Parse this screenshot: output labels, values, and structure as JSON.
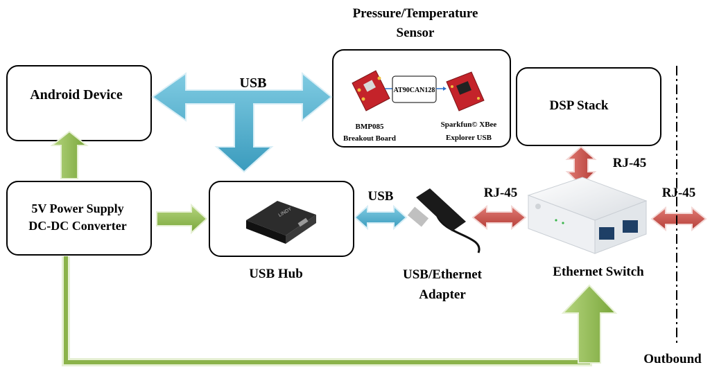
{
  "boxes": {
    "android": "Android Device",
    "dsp": "DSP Stack",
    "power_line1": "5V Power Supply",
    "power_line2": "DC-DC Converter"
  },
  "sensor": {
    "title_line1": "Pressure/Temperature",
    "title_line2": "Sensor",
    "mcu": "AT90CAN128",
    "board_left_line1": "BMP085",
    "board_left_line2": "Breakout Board",
    "board_right_line1": "Sparkfun© XBee",
    "board_right_line2": "Explorer USB"
  },
  "labels": {
    "usb_top": "USB",
    "usb_mid": "USB",
    "usb_hub": "USB Hub",
    "adapter_line1": "USB/Ethernet",
    "adapter_line2": "Adapter",
    "rj45_adapter": "RJ-45",
    "rj45_dsp": "RJ-45",
    "rj45_out": "RJ-45",
    "switch": "Ethernet Switch",
    "outbound": "Outbound"
  },
  "device_marks": {
    "hub_brand": "LINDY"
  },
  "colors": {
    "usb_arrow": "#4aa9c9",
    "power_arrow": "#8bb34a",
    "ethernet_arrow": "#c9504a",
    "sensor_board": "#c4232a"
  }
}
